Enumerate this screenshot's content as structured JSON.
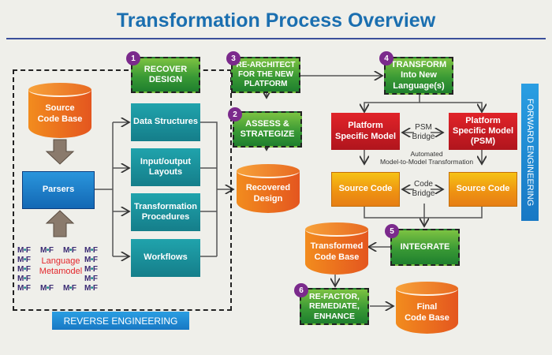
{
  "title": "Transformation Process Overview",
  "reverse_engineering": {
    "band_label": "REVERSE ENGINEERING",
    "source_code_base": "Source\nCode Base",
    "parsers": "Parsers",
    "language_metamodel": "Language\nMetamodel",
    "metamodel_icon_text": "M•F",
    "artifacts": [
      "Data Structures",
      "Input/output\nLayouts",
      "Transformation\nProcedures",
      "Workflows"
    ]
  },
  "steps": [
    {
      "number": "1",
      "label": "RECOVER\nDESIGN"
    },
    {
      "number": "2",
      "label": "ASSESS &\nSTRATEGIZE"
    },
    {
      "number": "3",
      "label": "RE-ARCHITECT\nFOR THE NEW\nPLATFORM"
    },
    {
      "number": "4",
      "label": "TRANSFORM\nInto New\nLanguage(s)"
    },
    {
      "number": "5",
      "label": "INTEGRATE"
    },
    {
      "number": "6",
      "label": "RE-FACTOR,\nREMEDIATE,\nENHANCE"
    }
  ],
  "recovered_design": "Recovered\nDesign",
  "forward_engineering": {
    "band_label": "FORWARD ENGINEERING",
    "psm_left": "Platform\nSpecific Model",
    "psm_right": "Platform\nSpecific Model\n(PSM)",
    "psm_bridge": "PSM\nBridge",
    "automated_note": "Automated\nModel-to-Model Transformation",
    "source_code_left": "Source Code",
    "source_code_right": "Source Code",
    "code_bridge": "Code\nBridge"
  },
  "transformed_code_base": "Transformed\nCode Base",
  "final_code_base": "Final\nCode Base"
}
